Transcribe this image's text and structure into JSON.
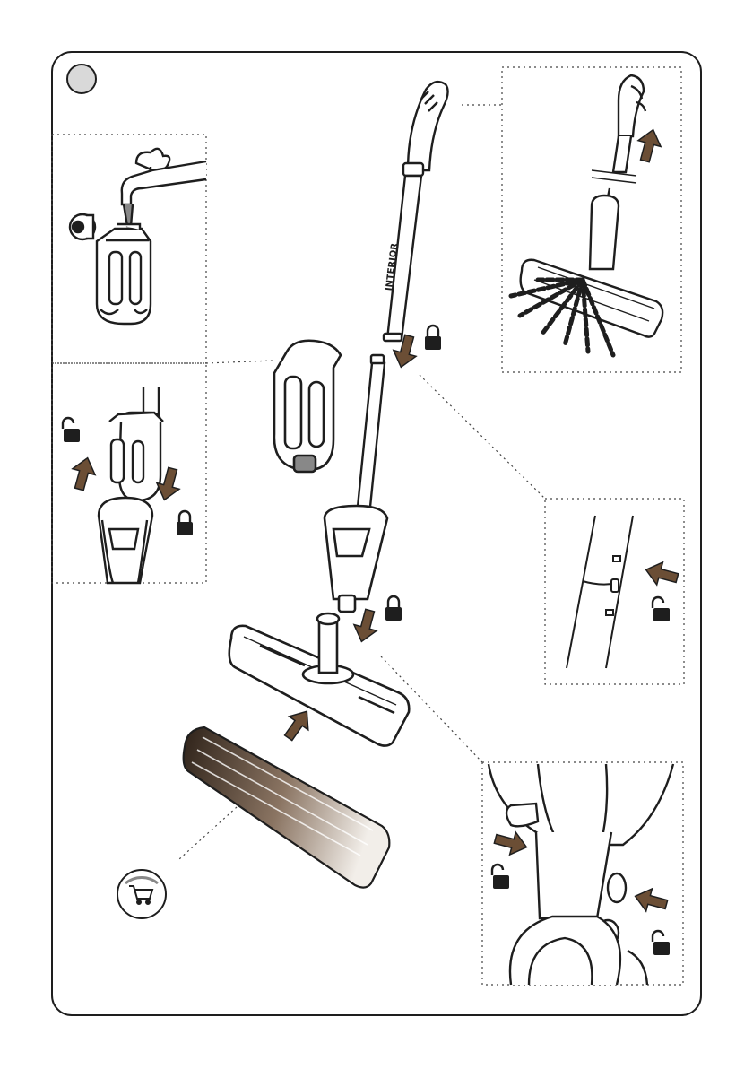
{
  "colors": {
    "outline": "#1e1e1e",
    "arrow": "#6b4e35",
    "badge_fill": "#d9d9d9",
    "dots": "#444444",
    "pad_dark": "#2e2219",
    "pad_light": "#f2eee9"
  },
  "icons": [
    "step-badge",
    "lock-icon",
    "unlock-icon",
    "cart-icon"
  ],
  "step_badge": {
    "label": ""
  },
  "handle_brand": "INTERIOR",
  "panels": [
    {
      "id": "panel-fill-tank"
    },
    {
      "id": "panel-attach-tank"
    },
    {
      "id": "panel-spray"
    },
    {
      "id": "panel-detach-pole"
    },
    {
      "id": "panel-release-base"
    }
  ]
}
